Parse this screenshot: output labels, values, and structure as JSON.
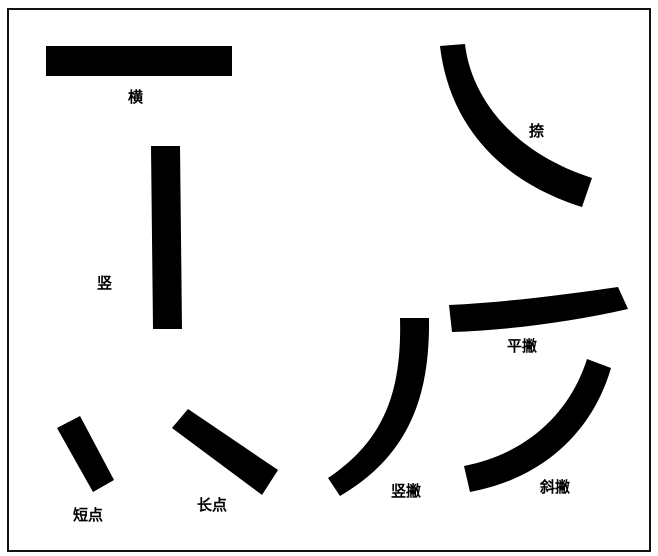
{
  "colors": {
    "ink": "#000000",
    "border": "#111111",
    "background": "#ffffff"
  },
  "labels": {
    "heng": "横",
    "shu": "竖",
    "duandian": "短点",
    "changdian": "长点",
    "na": "捺",
    "pingpie": "平撇",
    "shupie": "竖撇",
    "xiepie": "斜撇"
  }
}
